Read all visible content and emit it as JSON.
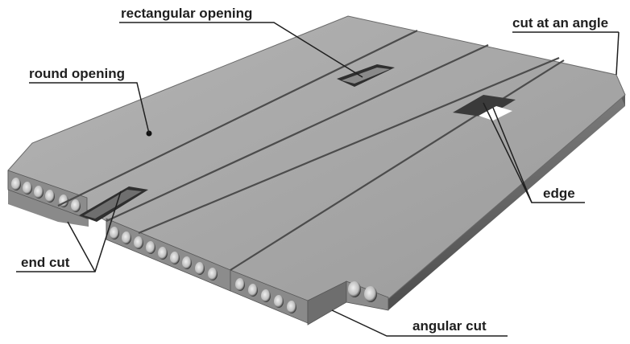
{
  "diagram": {
    "labels": {
      "rectangular_opening": "rectangular opening",
      "round_opening": "round opening",
      "cut_at_an_angle": "cut at an angle",
      "edge": "edge",
      "end_cut": "end cut",
      "angular_cut": "angular cut"
    },
    "colors": {
      "slab_top": "#9e9e9e",
      "slab_top_light": "#a9a9a9",
      "slab_side": "#6d6d6d",
      "slab_face": "#8a8a8a",
      "groove": "#4c4c4c",
      "core_dark": "#3d3d3d",
      "core_light": "#e2e2e2",
      "line": "#1f1f1f"
    }
  }
}
